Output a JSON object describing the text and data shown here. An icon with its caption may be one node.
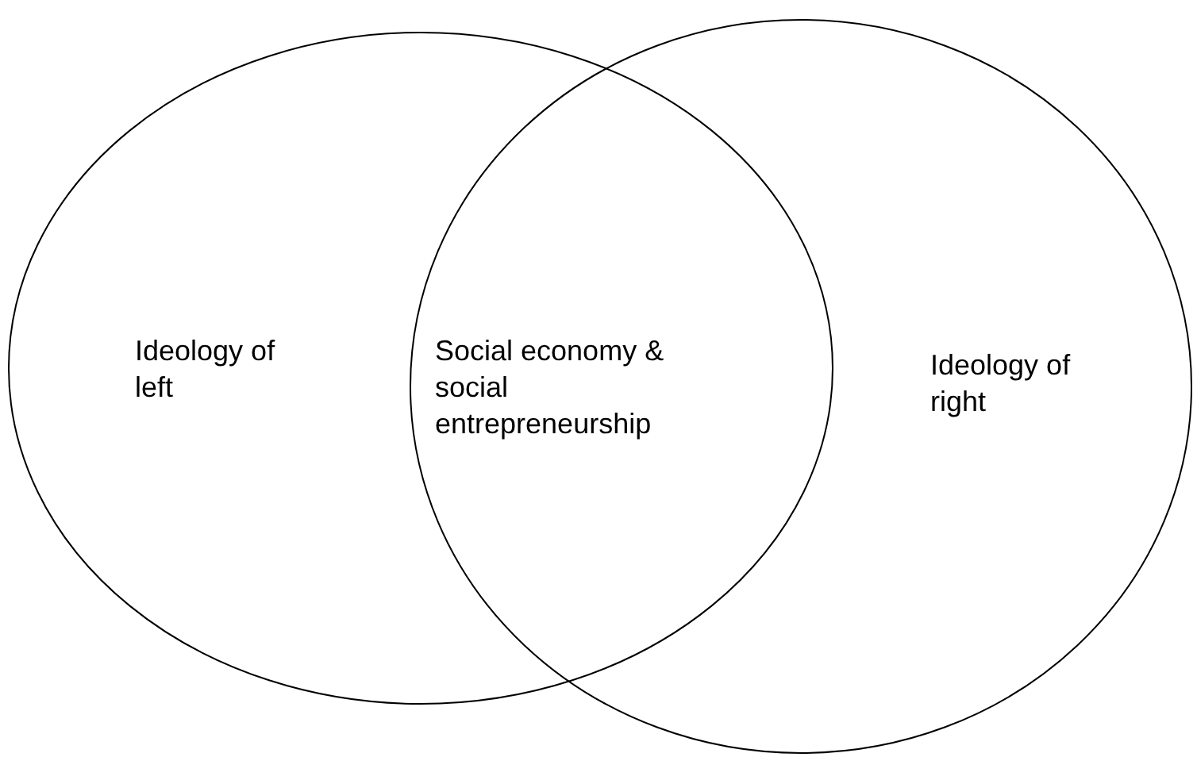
{
  "diagram": {
    "nodes": [
      {
        "text": [
          "Ideology of left"
        ]
      },
      {
        "text": [
          "Ideology of right"
        ]
      }
    ],
    "labels": [
      "Social economy & social entrepreneurship"
    ]
  }
}
